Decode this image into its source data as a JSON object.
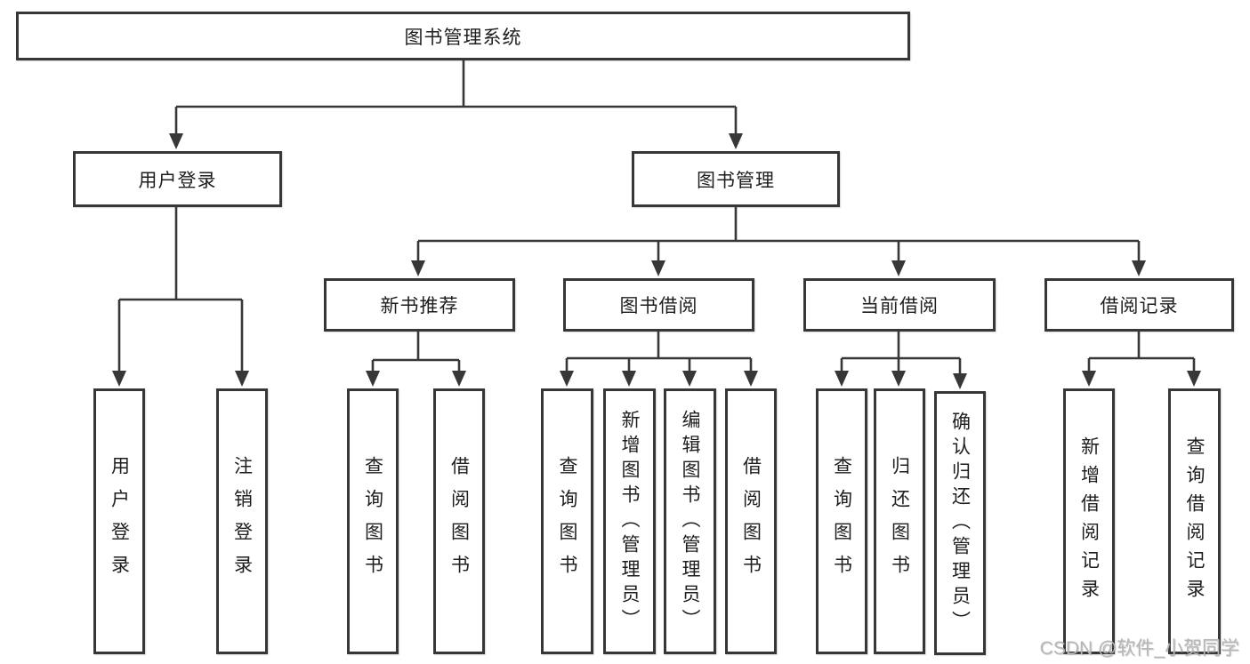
{
  "tree": {
    "root": {
      "label": "图书管理系统",
      "children": [
        {
          "label": "用户登录",
          "children": [
            {
              "label": "用户登录"
            },
            {
              "label": "注销登录"
            }
          ]
        },
        {
          "label": "图书管理",
          "children": [
            {
              "label": "新书推荐",
              "children": [
                {
                  "label": "查询图书"
                },
                {
                  "label": "借阅图书"
                }
              ]
            },
            {
              "label": "图书借阅",
              "children": [
                {
                  "label": "查询图书"
                },
                {
                  "label": "新增图书（管理员）"
                },
                {
                  "label": "编辑图书（管理员）"
                },
                {
                  "label": "借阅图书"
                }
              ]
            },
            {
              "label": "当前借阅",
              "children": [
                {
                  "label": "查询图书"
                },
                {
                  "label": "归还图书"
                },
                {
                  "label": "确认归还（管理员）"
                }
              ]
            },
            {
              "label": "借阅记录",
              "children": [
                {
                  "label": "新增借阅记录"
                },
                {
                  "label": "查询借阅记录"
                }
              ]
            }
          ]
        }
      ]
    }
  },
  "watermark": "CSDN @软件_小贺同学",
  "colors": {
    "line": "#373737",
    "text": "#1e1e1e",
    "watermark": "#b7b7b7",
    "background": "#ffffff"
  }
}
